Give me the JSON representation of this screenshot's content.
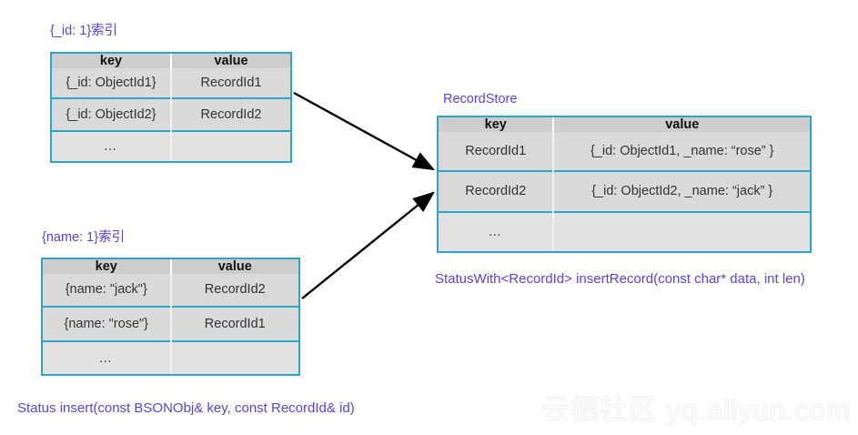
{
  "diagram": {
    "title_id_index": "{_id: 1}索引",
    "title_name_index": "{name: 1}索引",
    "title_recordstore": "RecordStore",
    "caption_index_insert": "Status insert(const BSONObj& key, const RecordId& id)",
    "caption_record_insert": "StatusWith<RecordId> insertRecord(const char* data, int len)",
    "watermark": "云栖社区 yq.aliyun.com",
    "colors": {
      "label_purple": "#5b3ee8",
      "key_red": "#ff2d20",
      "table_border_cyan": "#2aa6c8",
      "header_gray": "#cdcdcd",
      "row_gray": "#dadada",
      "arrow_black": "#000000"
    },
    "id_index_table": {
      "headers": [
        "key",
        "value"
      ],
      "rows": [
        {
          "key": "{_id: ObjectId1}",
          "value": "RecordId1"
        },
        {
          "key": "{_id: ObjectId2}",
          "value": "RecordId2"
        },
        {
          "key": "…",
          "value": ""
        }
      ]
    },
    "name_index_table": {
      "headers": [
        "key",
        "value"
      ],
      "rows": [
        {
          "key": "{name: \"jack\"}",
          "value": "RecordId2"
        },
        {
          "key": "{name: \"rose\"}",
          "value": "RecordId1"
        },
        {
          "key": "…",
          "value": ""
        }
      ]
    },
    "recordstore_table": {
      "headers": [
        "key",
        "value"
      ],
      "rows": [
        {
          "key": "RecordId1",
          "value": "{_id: ObjectId1, _name: “rose” }"
        },
        {
          "key": "RecordId2",
          "value": "{_id: ObjectId2, _name: “jack” }"
        },
        {
          "key": "…",
          "value": ""
        }
      ]
    }
  }
}
